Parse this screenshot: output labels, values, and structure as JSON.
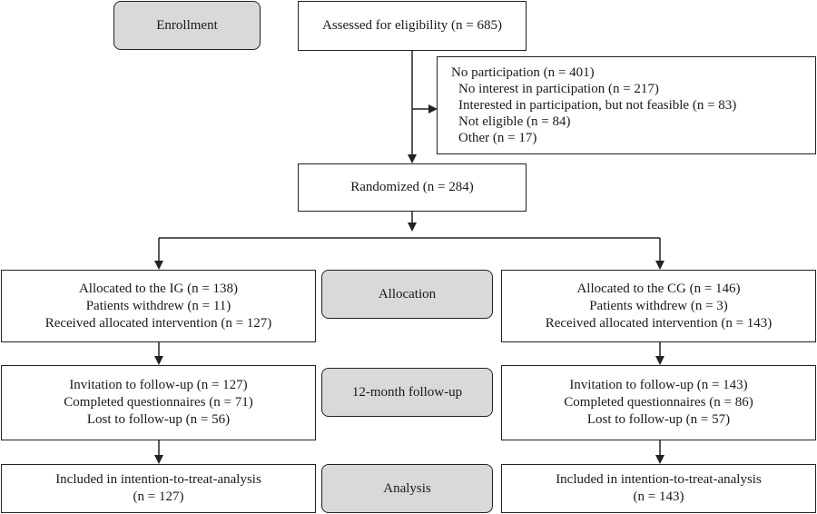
{
  "stages": {
    "enrollment": "Enrollment",
    "allocation": "Allocation",
    "followup": "12-month follow-up",
    "analysis": "Analysis"
  },
  "assessed": "Assessed for eligibility (n = 685)",
  "exclusion": {
    "title": "No participation (n = 401)",
    "items": [
      "No interest in participation (n = 217)",
      "Interested in participation, but not feasible (n = 83)",
      "Not eligible (n = 84)",
      "Other (n = 17)"
    ]
  },
  "randomized": "Randomized (n = 284)",
  "ig": {
    "allocation": [
      "Allocated to the IG (n = 138)",
      "Patients withdrew (n = 11)",
      "Received allocated intervention (n = 127)"
    ],
    "followup": [
      "Invitation to follow-up (n = 127)",
      "Completed questionnaires (n = 71)",
      "Lost to follow-up (n = 56)"
    ],
    "analysis": [
      "Included in intention-to-treat-analysis",
      "(n = 127)"
    ]
  },
  "cg": {
    "allocation": [
      "Allocated to the CG (n = 146)",
      "Patients withdrew (n = 3)",
      "Received allocated intervention (n = 143)"
    ],
    "followup": [
      "Invitation to follow-up (n = 143)",
      "Completed questionnaires (n = 86)",
      "Lost to follow-up (n = 57)"
    ],
    "analysis": [
      "Included in intention-to-treat-analysis",
      "(n = 143)"
    ]
  }
}
